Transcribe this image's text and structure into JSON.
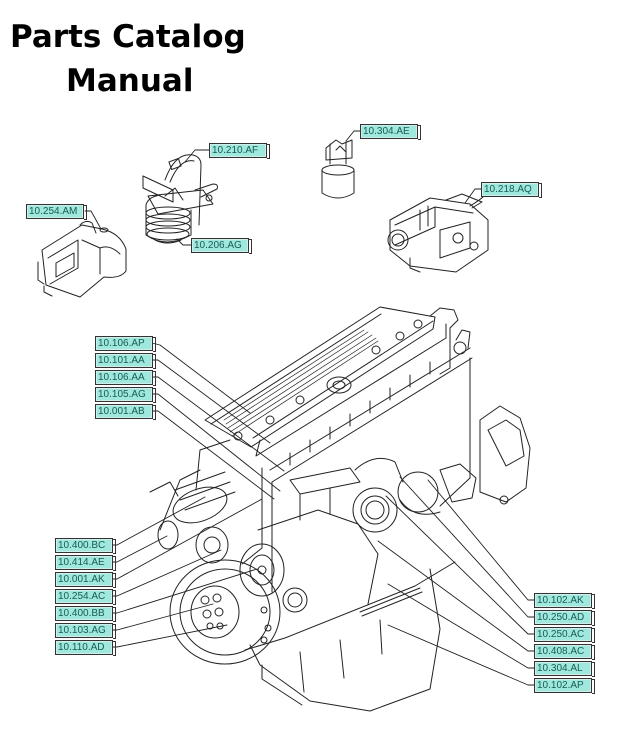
{
  "document": {
    "title_line1": "Parts Catalog",
    "title_line2": "Manual"
  },
  "diagram": {
    "subject": "engine exploded view",
    "label_colors": {
      "fill": "#9ee8dd",
      "border": "#333333",
      "text": "#1b5a55"
    },
    "loose_parts": [
      {
        "id": "10.210.AF",
        "component": "fuel filter head with hose"
      },
      {
        "id": "10.206.AG",
        "component": "fuel filter"
      },
      {
        "id": "10.254.AM",
        "component": "intake housing"
      },
      {
        "id": "10.304.AE",
        "component": "oil filter"
      },
      {
        "id": "10.218.AQ",
        "component": "fuel pump"
      }
    ],
    "left_upper_labels": [
      "10.106.AP",
      "10.101.AA",
      "10.106.AA",
      "10.105.AG",
      "10.001.AB"
    ],
    "left_lower_labels": [
      "10.400.BC",
      "10.414.AE",
      "10.001.AK",
      "10.254.AC",
      "10.400.BB",
      "10.103.AG",
      "10.110.AD"
    ],
    "right_labels": [
      "10.102.AK",
      "10.250.AD",
      "10.250.AC",
      "10.408.AC",
      "10.304.AL",
      "10.102.AP"
    ]
  }
}
